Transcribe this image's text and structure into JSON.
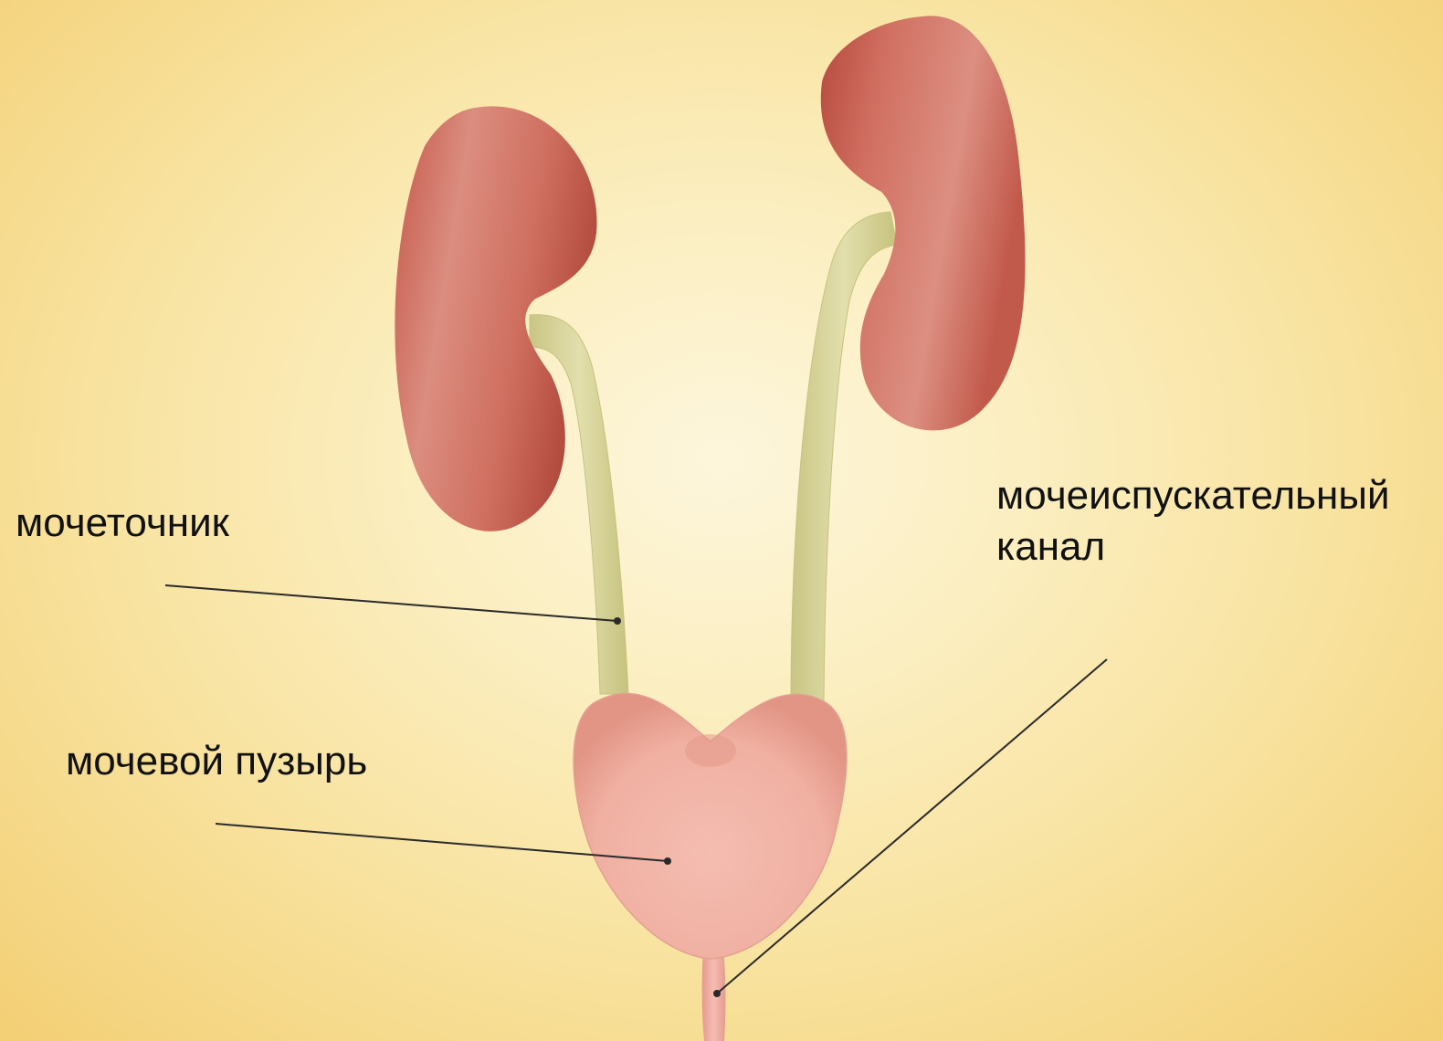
{
  "labels": {
    "ureter": "мочеточник",
    "bladder": "мочевой пузырь",
    "urethra_line1": "мочеиспускательный",
    "urethra_line2": "канал"
  },
  "colors": {
    "kidney": "#cf6f60",
    "kidney_dark": "#a8433b",
    "ureter": "#d8d49a",
    "bladder": "#f2b4a6",
    "urethra": "#efaaa0",
    "leader_line": "#2a2a2a"
  }
}
